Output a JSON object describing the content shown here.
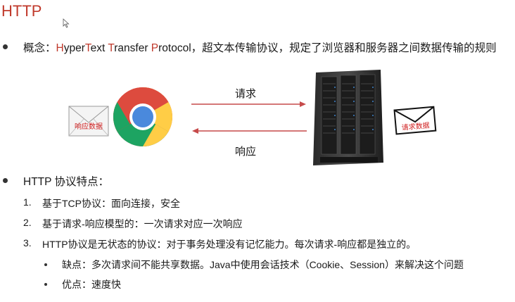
{
  "title": "HTTP",
  "concept": {
    "label": "概念：",
    "H": "H",
    "yper": "yper",
    "T1": "T",
    "ext": "ext ",
    "T2": "T",
    "ransfer": "ransfer ",
    "P": "P",
    "rotocol": "rotocol",
    "desc": "，超文本传输协议，规定了浏览器和服务器之间数据传输的规则"
  },
  "diagram": {
    "request_label": "请求",
    "response_label": "响应",
    "response_envelope_text": "响应数据",
    "request_envelope_text": "请求数据"
  },
  "features": {
    "heading": "HTTP 协议特点：",
    "items": [
      {
        "num": "1.",
        "text": "基于TCP协议：面向连接，安全"
      },
      {
        "num": "2.",
        "text": "基于请求-响应模型的：一次请求对应一次响应"
      },
      {
        "num": "3.",
        "text": "HTTP协议是无状态的协议：对于事务处理没有记忆能力。每次请求-响应都是独立的。"
      }
    ],
    "sub": [
      {
        "text": "缺点：多次请求间不能共享数据。Java中使用会话技术（Cookie、Session）来解决这个问题"
      },
      {
        "text": "优点：速度快"
      }
    ]
  }
}
